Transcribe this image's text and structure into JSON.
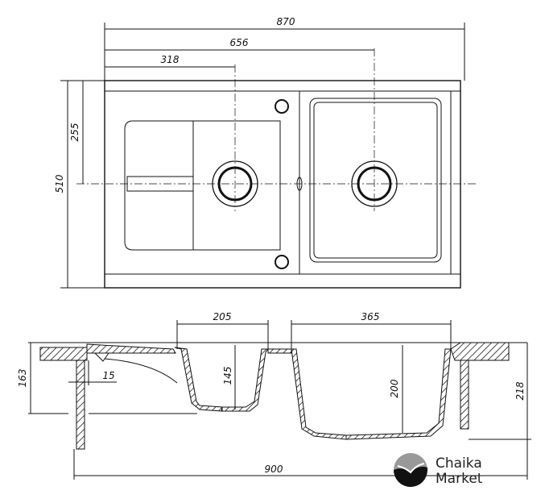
{
  "title": "Double bowl kitchen sink with drainer - technical drawing",
  "top_view": {
    "dimensions": {
      "total_width": "870",
      "to_right_drain": "656",
      "to_left_drain": "318",
      "depth": "510",
      "to_center": "255"
    }
  },
  "section_view": {
    "dimensions": {
      "small_bowl_width": "205",
      "large_bowl_width": "365",
      "total_height": "163",
      "small_bowl_depth": "145",
      "large_bowl_depth": "200",
      "right_height": "218",
      "rim_offset": "15",
      "cabinet_width": "900"
    }
  },
  "logo": {
    "line1": "Chaika",
    "line2": "Market"
  }
}
